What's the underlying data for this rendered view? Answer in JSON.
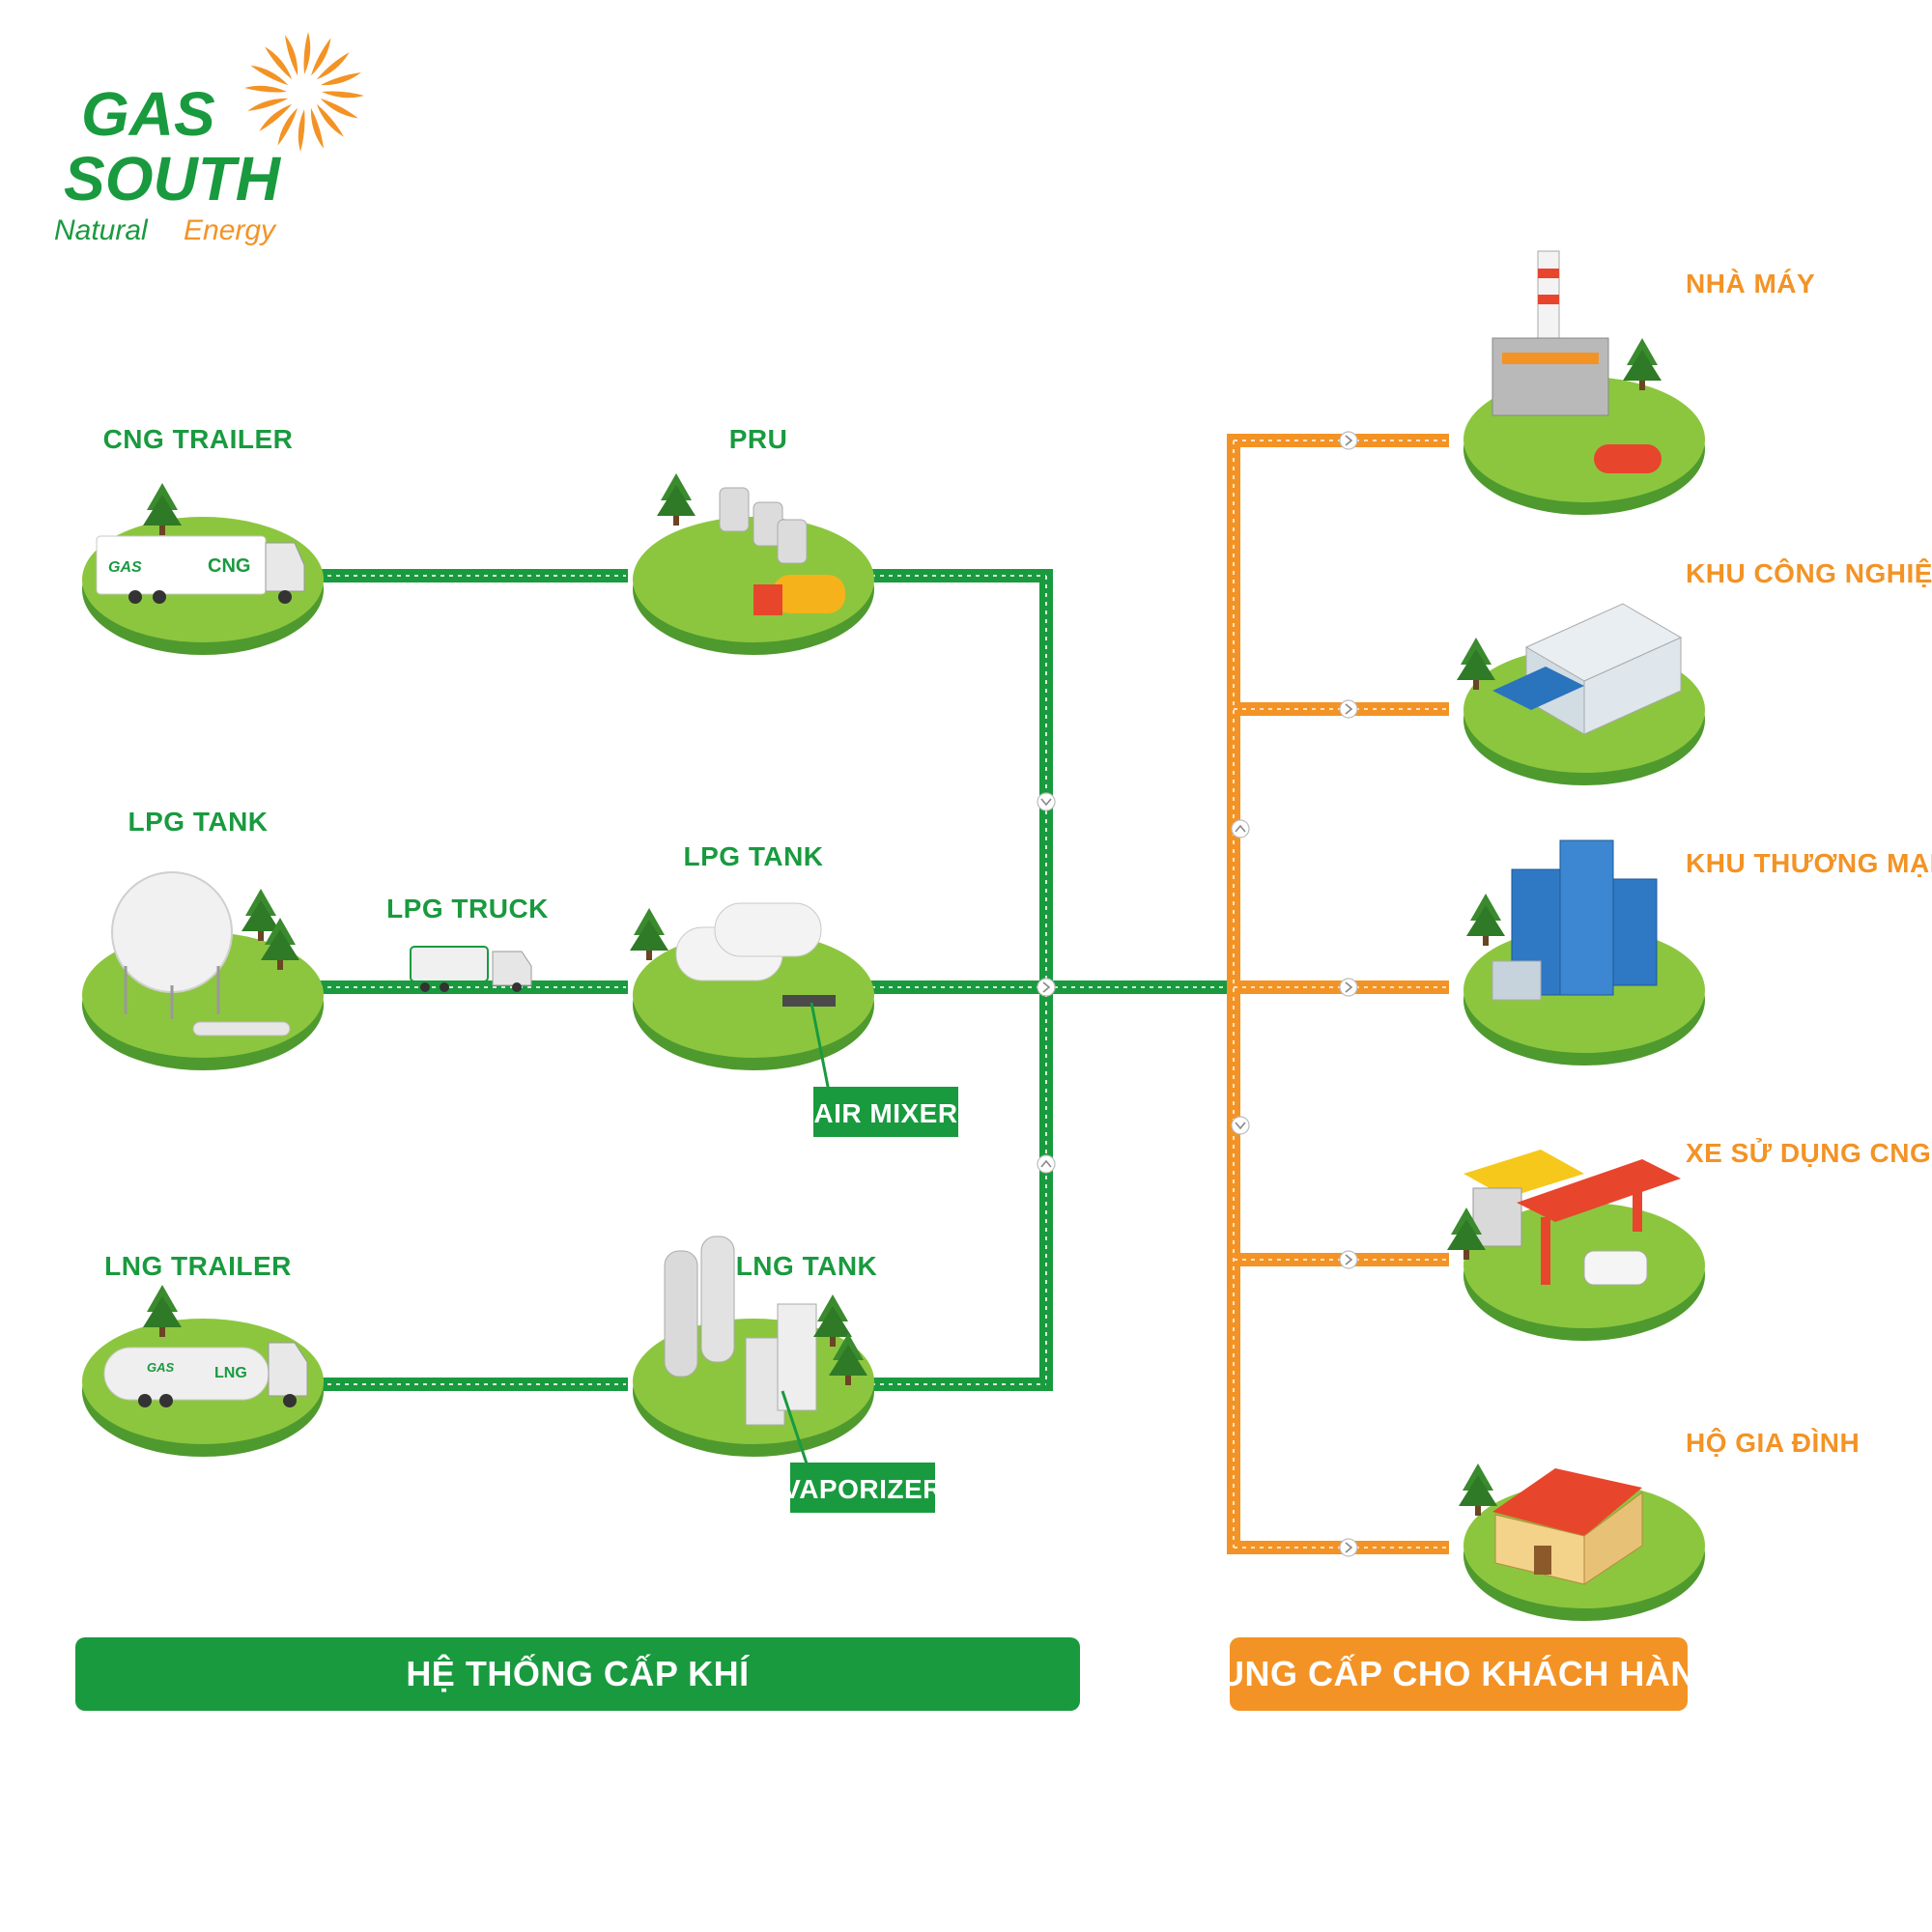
{
  "logo": {
    "line1": "GAS",
    "line2": "SOUTH",
    "tag_word1": "Natural",
    "tag_word2": "Energy",
    "green": "#199a3f",
    "orange": "#f39325"
  },
  "sources": [
    {
      "label": "CNG TRAILER",
      "icon": "cng-trailer-icon"
    },
    {
      "label": "LPG TANK",
      "icon": "lpg-sphere-tank-icon"
    },
    {
      "label": "LNG  TRAILER",
      "icon": "lng-trailer-icon"
    }
  ],
  "stations": [
    {
      "label": "PRU",
      "icon": "pressure-reduction-unit-icon"
    },
    {
      "label": "LPG TANK",
      "icon": "lpg-storage-tanks-icon"
    },
    {
      "label": "LNG TANK",
      "icon": "lng-storage-tanks-icon"
    }
  ],
  "transport": {
    "label": "LPG TRUCK",
    "icon": "lpg-truck-icon"
  },
  "callouts": {
    "air_mixer": "AIR MIXER",
    "vaporizer": "VAPORIZER"
  },
  "customers": [
    {
      "label": "NHÀ MÁY",
      "icon": "factory-icon"
    },
    {
      "label": "KHU CÔNG NGHIỆP",
      "icon": "industrial-park-icon"
    },
    {
      "label": "KHU THƯƠNG MẠI",
      "icon": "commercial-buildings-icon"
    },
    {
      "label": "XE SỬ DỤNG CNG",
      "icon": "cng-station-icon"
    },
    {
      "label": "HỘ GIA ĐÌNH",
      "icon": "house-icon"
    }
  ],
  "banners": {
    "supply_system": "HỆ THỐNG CẤP KHÍ",
    "customer_supply": "CUNG CẤP CHO KHÁCH HÀNG"
  },
  "colors": {
    "pipeline_green": "#199a3f",
    "pipeline_orange": "#f39325",
    "grass": "#8cc63f",
    "soil": "#4f9a2e"
  }
}
